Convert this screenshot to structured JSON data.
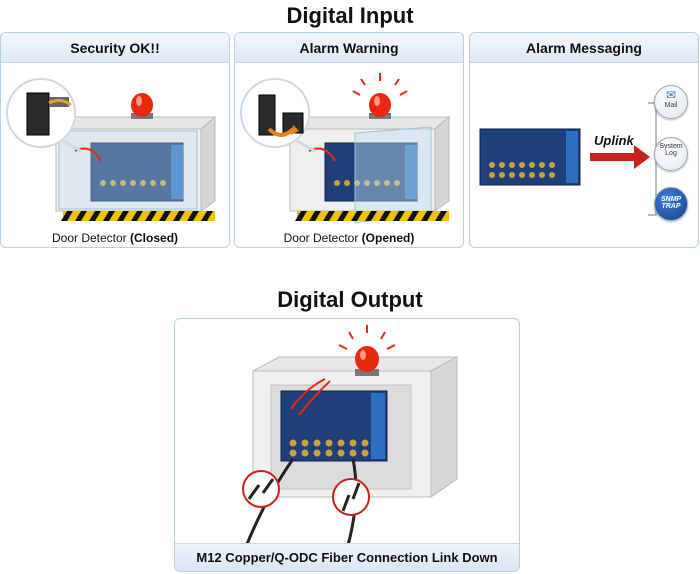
{
  "digital_input": {
    "title": "Digital Input",
    "panels": [
      {
        "title": "Security OK!!",
        "caption_prefix": "Door Detector ",
        "caption_bold": "(Closed)"
      },
      {
        "title": "Alarm Warning",
        "caption_prefix": "Door Detector ",
        "caption_bold": "(Opened)"
      },
      {
        "title": "Alarm Messaging"
      }
    ],
    "uplink_label": "Uplink",
    "icons": [
      {
        "name": "mail-icon",
        "label_lines": [
          "Mail"
        ]
      },
      {
        "name": "system-log-icon",
        "label_lines": [
          "System",
          "Log"
        ]
      },
      {
        "name": "snmp-trap-icon",
        "label_lines": [
          "SNMP",
          "TRAP"
        ]
      }
    ]
  },
  "digital_output": {
    "title": "Digital Output",
    "caption": "M12 Copper/Q-ODC Fiber Connection Link Down"
  },
  "colors": {
    "panel_border": "#b8cfe6",
    "device_blue": "#1f3f7a",
    "alarm_red": "#e8280f",
    "hazard_yellow": "#f2c200"
  }
}
